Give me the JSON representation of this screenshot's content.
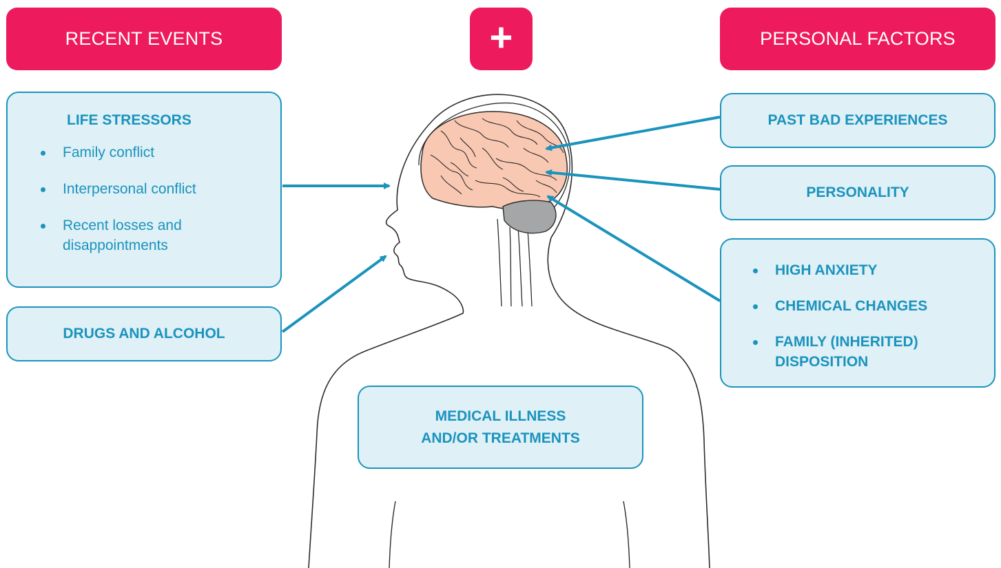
{
  "headers": {
    "recent_events": "RECENT EVENTS",
    "plus": "+",
    "personal_factors": "PERSONAL FACTORS"
  },
  "life_stressors": {
    "title": "LIFE STRESSORS",
    "items": [
      "Family conflict",
      "Interpersonal conflict",
      "Recent losses and disappointments"
    ]
  },
  "drugs_alcohol": "DRUGS AND ALCOHOL",
  "past_bad_experiences": "PAST BAD EXPERIENCES",
  "personality": "PERSONALITY",
  "biological": {
    "items": [
      "HIGH ANXIETY",
      "CHEMICAL CHANGES",
      "FAMILY (INHERITED) DISPOSITION"
    ]
  },
  "medical": {
    "line1": "MEDICAL ILLNESS",
    "line2": "AND/OR TREATMENTS"
  },
  "colors": {
    "header_pink": "#ee1a5e",
    "box_fill": "#dff0f6",
    "accent_blue": "#1a93bd",
    "brain_fill": "#f9c8b2",
    "cerebellum_fill": "#a5a6a8"
  },
  "icons": [
    "head-silhouette-icon",
    "brain-icon",
    "plus-icon"
  ]
}
